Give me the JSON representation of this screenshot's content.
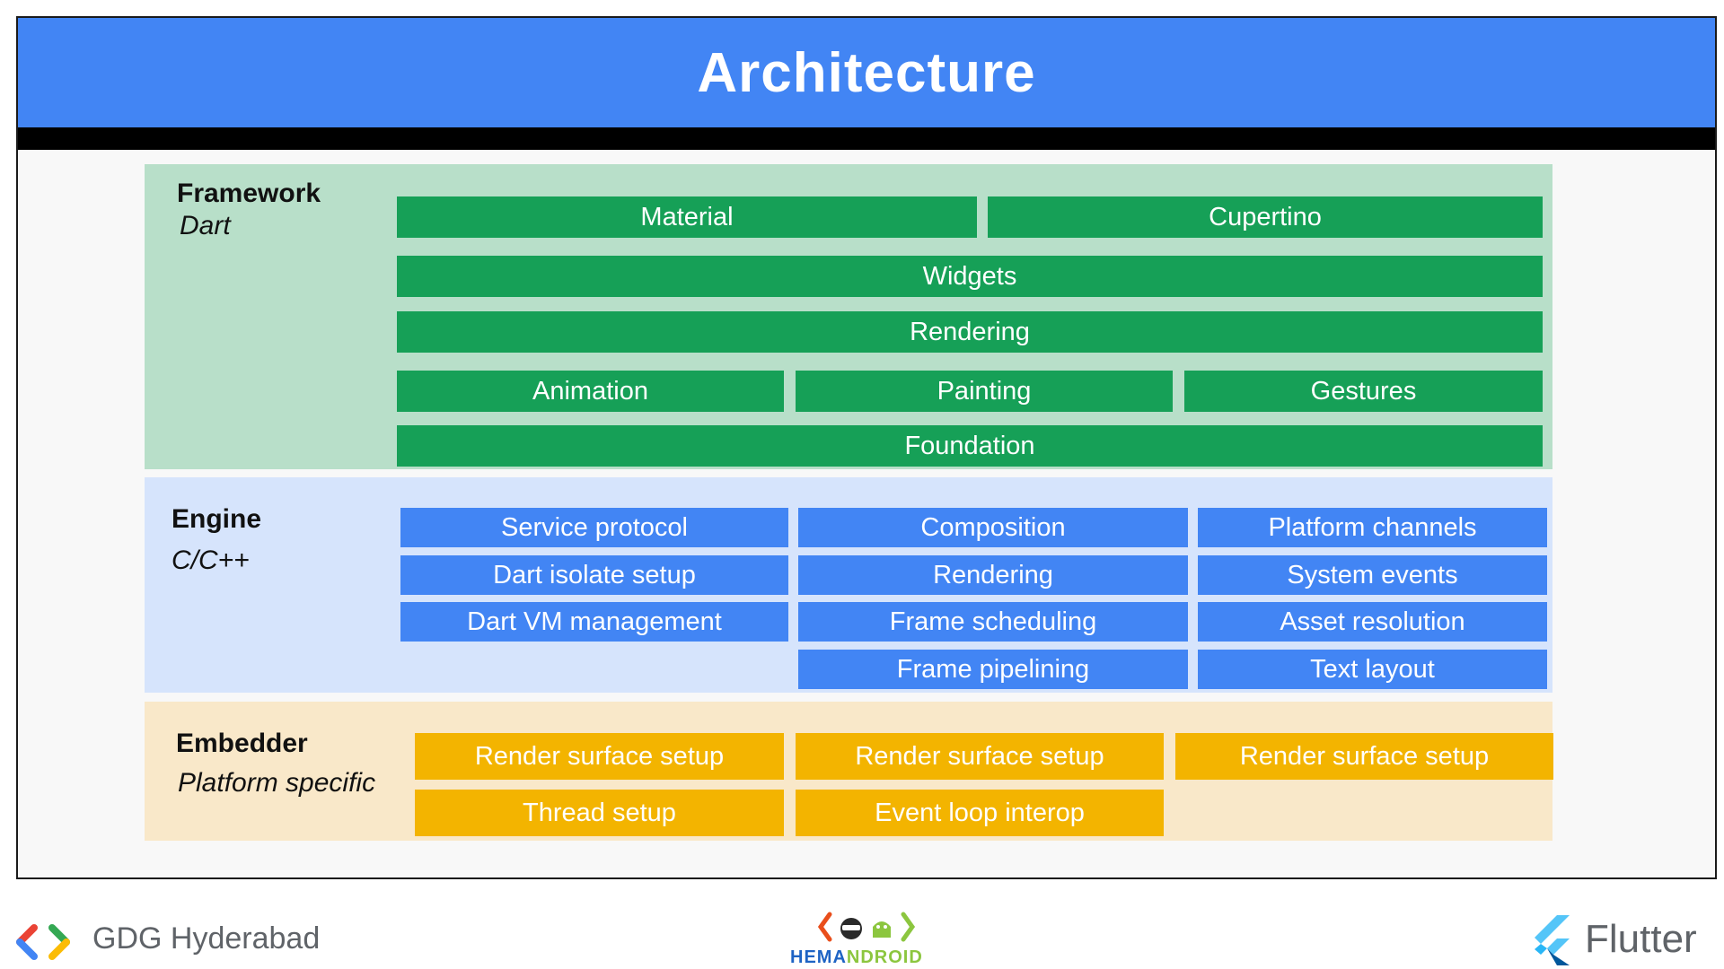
{
  "title": "Architecture",
  "framework": {
    "title": "Framework",
    "subtitle": "Dart",
    "rows": [
      [
        "Material",
        "Cupertino"
      ],
      [
        "Widgets"
      ],
      [
        "Rendering"
      ],
      [
        "Animation",
        "Painting",
        "Gestures"
      ],
      [
        "Foundation"
      ]
    ]
  },
  "engine": {
    "title": "Engine",
    "subtitle": "C/C++",
    "columns": [
      [
        "Service protocol",
        "Dart isolate setup",
        "Dart VM management"
      ],
      [
        "Composition",
        "Rendering",
        "Frame scheduling",
        "Frame pipelining"
      ],
      [
        "Platform channels",
        "System events",
        "Asset resolution",
        "Text layout"
      ]
    ]
  },
  "embedder": {
    "title": "Embedder",
    "subtitle": "Platform specific",
    "rows": [
      [
        "Render surface setup",
        "Render surface setup",
        "Render surface setup"
      ],
      [
        "Thread setup",
        "Event loop interop"
      ]
    ]
  },
  "footer": {
    "left_label": "GDG Hyderabad",
    "center_label_part1": "HEMA",
    "center_label_part2": "NDROID",
    "right_label": "Flutter"
  },
  "colors": {
    "title_bar": "#4285f4",
    "framework_bg": "#b8dfc9",
    "framework_box": "#16a057",
    "engine_bg": "#d6e4fc",
    "engine_box": "#4285f4",
    "embedder_bg": "#f9e8c9",
    "embedder_box": "#f3b400"
  }
}
